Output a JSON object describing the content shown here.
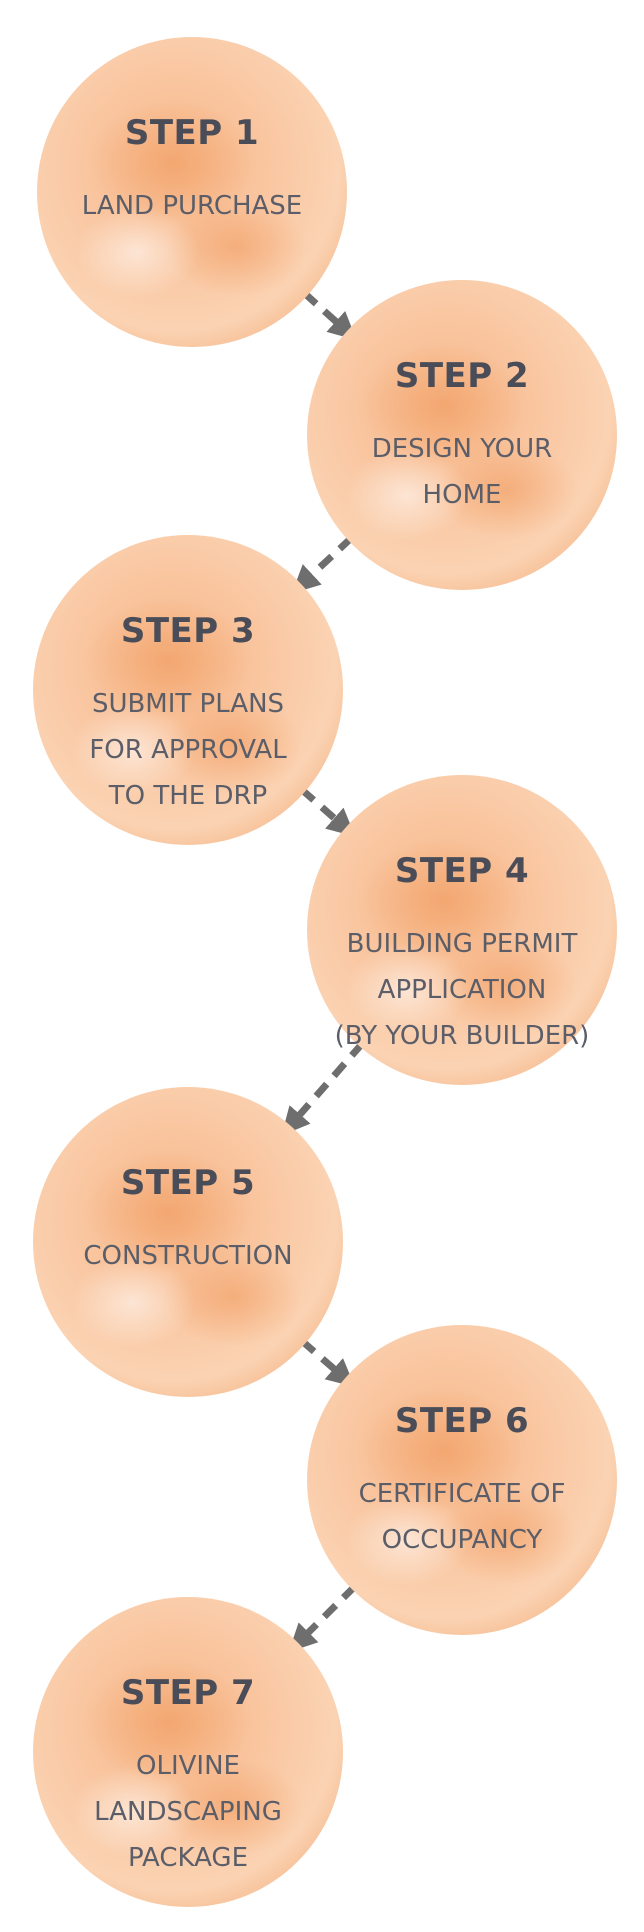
{
  "steps": [
    {
      "title": "STEP 1",
      "lines": [
        "LAND PURCHASE"
      ]
    },
    {
      "title": "STEP 2",
      "lines": [
        "DESIGN YOUR",
        "HOME"
      ]
    },
    {
      "title": "STEP 3",
      "lines": [
        "SUBMIT PLANS",
        "FOR APPROVAL",
        "TO THE DRP"
      ]
    },
    {
      "title": "STEP 4",
      "lines": [
        "BUILDING PERMIT",
        "APPLICATION",
        "(BY YOUR BUILDER)"
      ]
    },
    {
      "title": "STEP 5",
      "lines": [
        "CONSTRUCTION"
      ]
    },
    {
      "title": "STEP 6",
      "lines": [
        "CERTIFICATE OF",
        "OCCUPANCY"
      ]
    },
    {
      "title": "STEP 7",
      "lines": [
        "OLIVINE",
        "LANDSCAPING",
        "PACKAGE"
      ]
    }
  ],
  "colors": {
    "circle_light": "#fde3cc",
    "circle_mid": "#f9c39a",
    "circle_dark": "#f2a56c",
    "text_title": "#4a4d57",
    "text_body": "#5b5e68",
    "arrow": "#6e6e6e"
  }
}
